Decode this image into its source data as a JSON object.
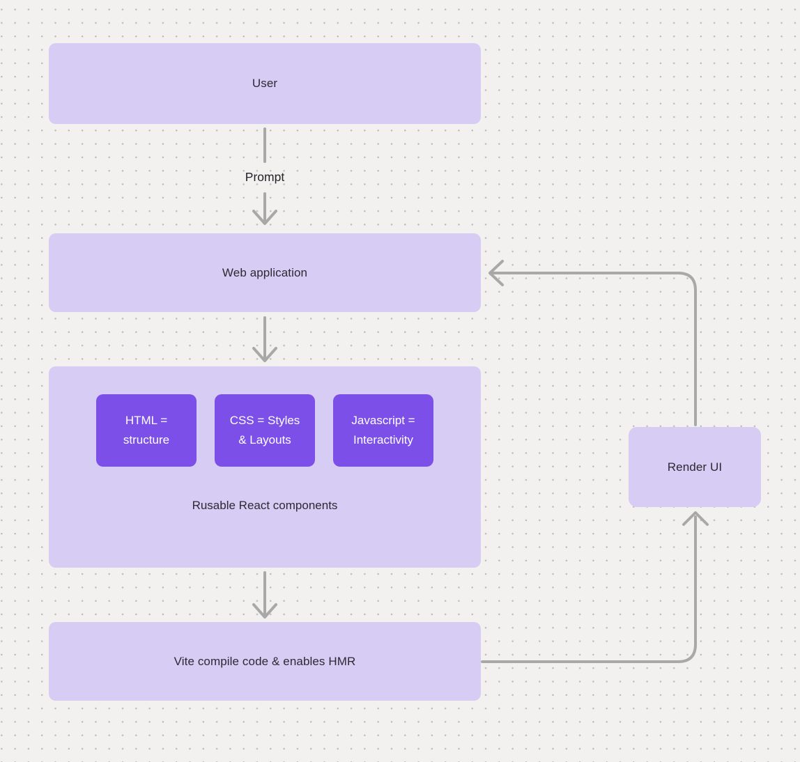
{
  "diagram": {
    "nodes": {
      "user": {
        "label": "User"
      },
      "web_application": {
        "label": "Web application"
      },
      "components_group": {
        "caption": "Rusable React components"
      },
      "html_box": {
        "line1": "HTML =",
        "line2": "structure"
      },
      "css_box": {
        "line1": "CSS = Styles",
        "line2": "& Layouts"
      },
      "javascript_box": {
        "line1": "Javascript =",
        "line2": "Interactivity"
      },
      "vite": {
        "label": "Vite compile code & enables HMR"
      },
      "render_ui": {
        "label": "Render UI"
      }
    },
    "edge_labels": {
      "user_to_web_application": "Prompt"
    },
    "colors": {
      "canvas_background": "#F2F1EF",
      "dot_grid": "#BDBAB8",
      "node_fill": "#D6CCF4",
      "inner_node_fill": "#7B4FE8",
      "inner_node_text": "#FFFFFF",
      "connector": "#A8A8A8",
      "text": "#2B2A33"
    }
  }
}
